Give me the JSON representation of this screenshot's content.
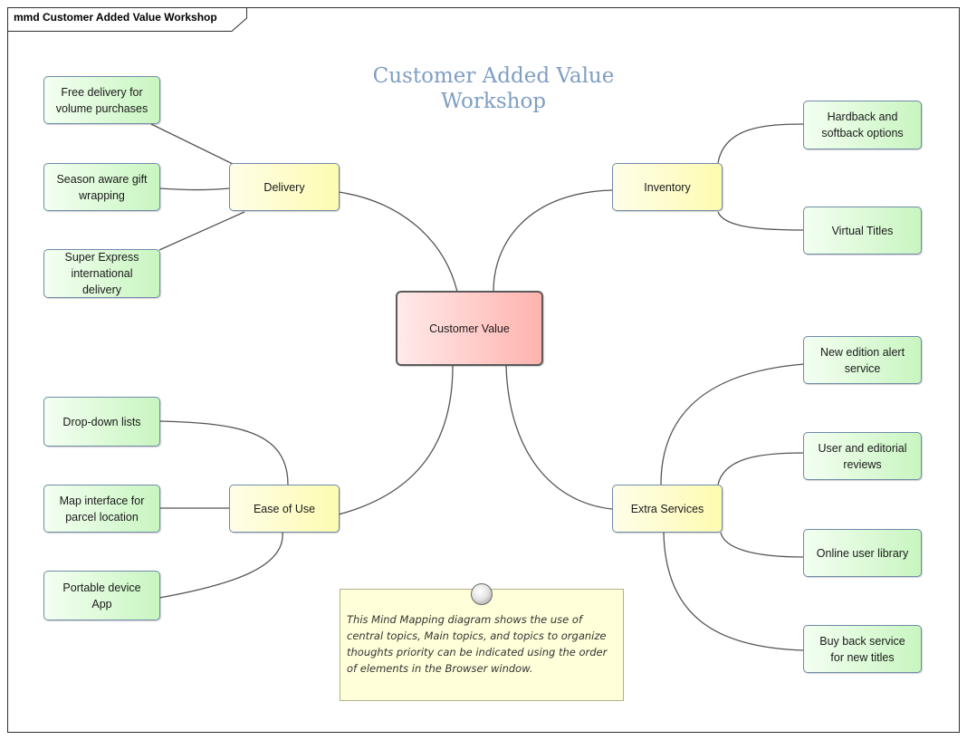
{
  "diagram": {
    "tab_label": "mmd Customer Added Value Workshop",
    "title": "Customer Added Value Workshop",
    "central": "Customer Value",
    "main_topics": {
      "delivery": "Delivery",
      "inventory": "Inventory",
      "ease_of_use": "Ease of Use",
      "extra_services": "Extra Services"
    },
    "delivery_topics": [
      "Free delivery for volume purchases",
      "Season aware gift wrapping",
      "Super Express international delivery"
    ],
    "inventory_topics": [
      "Hardback and softback options",
      "Virtual Titles"
    ],
    "ease_of_use_topics": [
      "Drop-down lists",
      "Map interface for parcel location",
      "Portable device App"
    ],
    "extra_services_topics": [
      "New edition alert service",
      "User and editorial reviews",
      "Online user library",
      "Buy back service for new titles"
    ],
    "note": "This Mind Mapping diagram shows the use of central topics, Main topics, and topics to organize thoughts priority can be indicated using the order of elements in the Browser window."
  },
  "colors": {
    "title": "#7f9ec2",
    "leaf": "#c8f5c0",
    "main": "#fdfcb0",
    "central": "#ffb3ae",
    "note": "#ffffd9",
    "connector": "#555555"
  }
}
